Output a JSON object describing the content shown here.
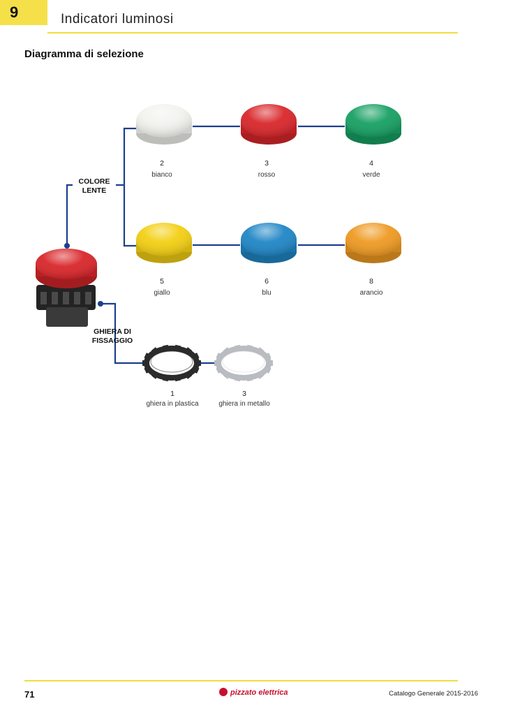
{
  "header": {
    "chapter_number": "9",
    "section_title": "Indicatori luminosi"
  },
  "subtitle": "Diagramma di selezione",
  "categories": {
    "lens_color": {
      "label_line1": "COLORE",
      "label_line2": "LENTE"
    },
    "fixing_ring": {
      "label_line1": "GHIERA DI",
      "label_line2": "FISSAGGIO"
    }
  },
  "lenses": [
    {
      "code": "2",
      "name": "bianco",
      "color": "#f2f2ef"
    },
    {
      "code": "3",
      "name": "rosso",
      "color": "#d9262a"
    },
    {
      "code": "4",
      "name": "verde",
      "color": "#17a063"
    },
    {
      "code": "5",
      "name": "giallo",
      "color": "#f3cf12"
    },
    {
      "code": "6",
      "name": "blu",
      "color": "#1f86c6"
    },
    {
      "code": "8",
      "name": "arancio",
      "color": "#ef9a22"
    }
  ],
  "rings": [
    {
      "code": "1",
      "name": "ghiera in plastica",
      "color": "#2b2b2b"
    },
    {
      "code": "3",
      "name": "ghiera in metallo",
      "color": "#b9bcc0"
    }
  ],
  "colors": {
    "connector": "#1c3f8f",
    "accent_yellow": "#f2dc3c",
    "product_lens": "#d9262a",
    "product_base": "#232323"
  },
  "footer": {
    "page_number": "71",
    "brand": "pizzato elettrica",
    "catalog": "Catalogo Generale 2015-2016"
  }
}
